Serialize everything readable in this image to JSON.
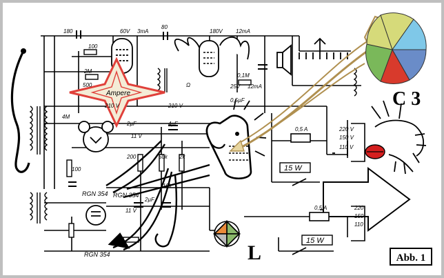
{
  "schematic": {
    "component_labels": [
      "180",
      "60V",
      "3mA",
      "80",
      "180V",
      "12mA",
      "100",
      "2M",
      "500",
      "4M",
      "210 V",
      "210 V",
      "0,1M",
      "25V",
      "12mA",
      "0,5µF",
      "4µF",
      "2µF",
      "100",
      "11 V",
      "200",
      "50k",
      "2k",
      "10k",
      "2µF",
      "11 V",
      "0,5 A",
      "220 V",
      "150 V",
      "110 V",
      "0,5 A",
      "220",
      "150",
      "110",
      "Ω"
    ],
    "tags": [
      "RGN 354",
      "RGN 354",
      "RGN 354"
    ],
    "power_labels": [
      "15 W",
      "15 W"
    ],
    "star_caption": "Ampere"
  },
  "annotations": {
    "c3": "C 3",
    "l": "L"
  },
  "figure_label": "Abb. 1",
  "colors": {
    "wire": "#000000",
    "star_fill": "#f4ecd6",
    "star_stroke": "#e0403a",
    "cone_stroke": "#b09050",
    "cone_fill": "#f7f2e2",
    "pie_yellow": "#d6da7a",
    "pie_cyan": "#7fc8e8",
    "pie_blue": "#6a8cc8",
    "pie_red": "#d83a2c",
    "pie_green": "#7ab85a",
    "lamp_orange": "#ea8a3a",
    "lamp_green": "#8ab86a",
    "lamp_gray": "#bbbbbb",
    "mouth_red": "#d41e1e",
    "frame": "#bfbfbf"
  }
}
